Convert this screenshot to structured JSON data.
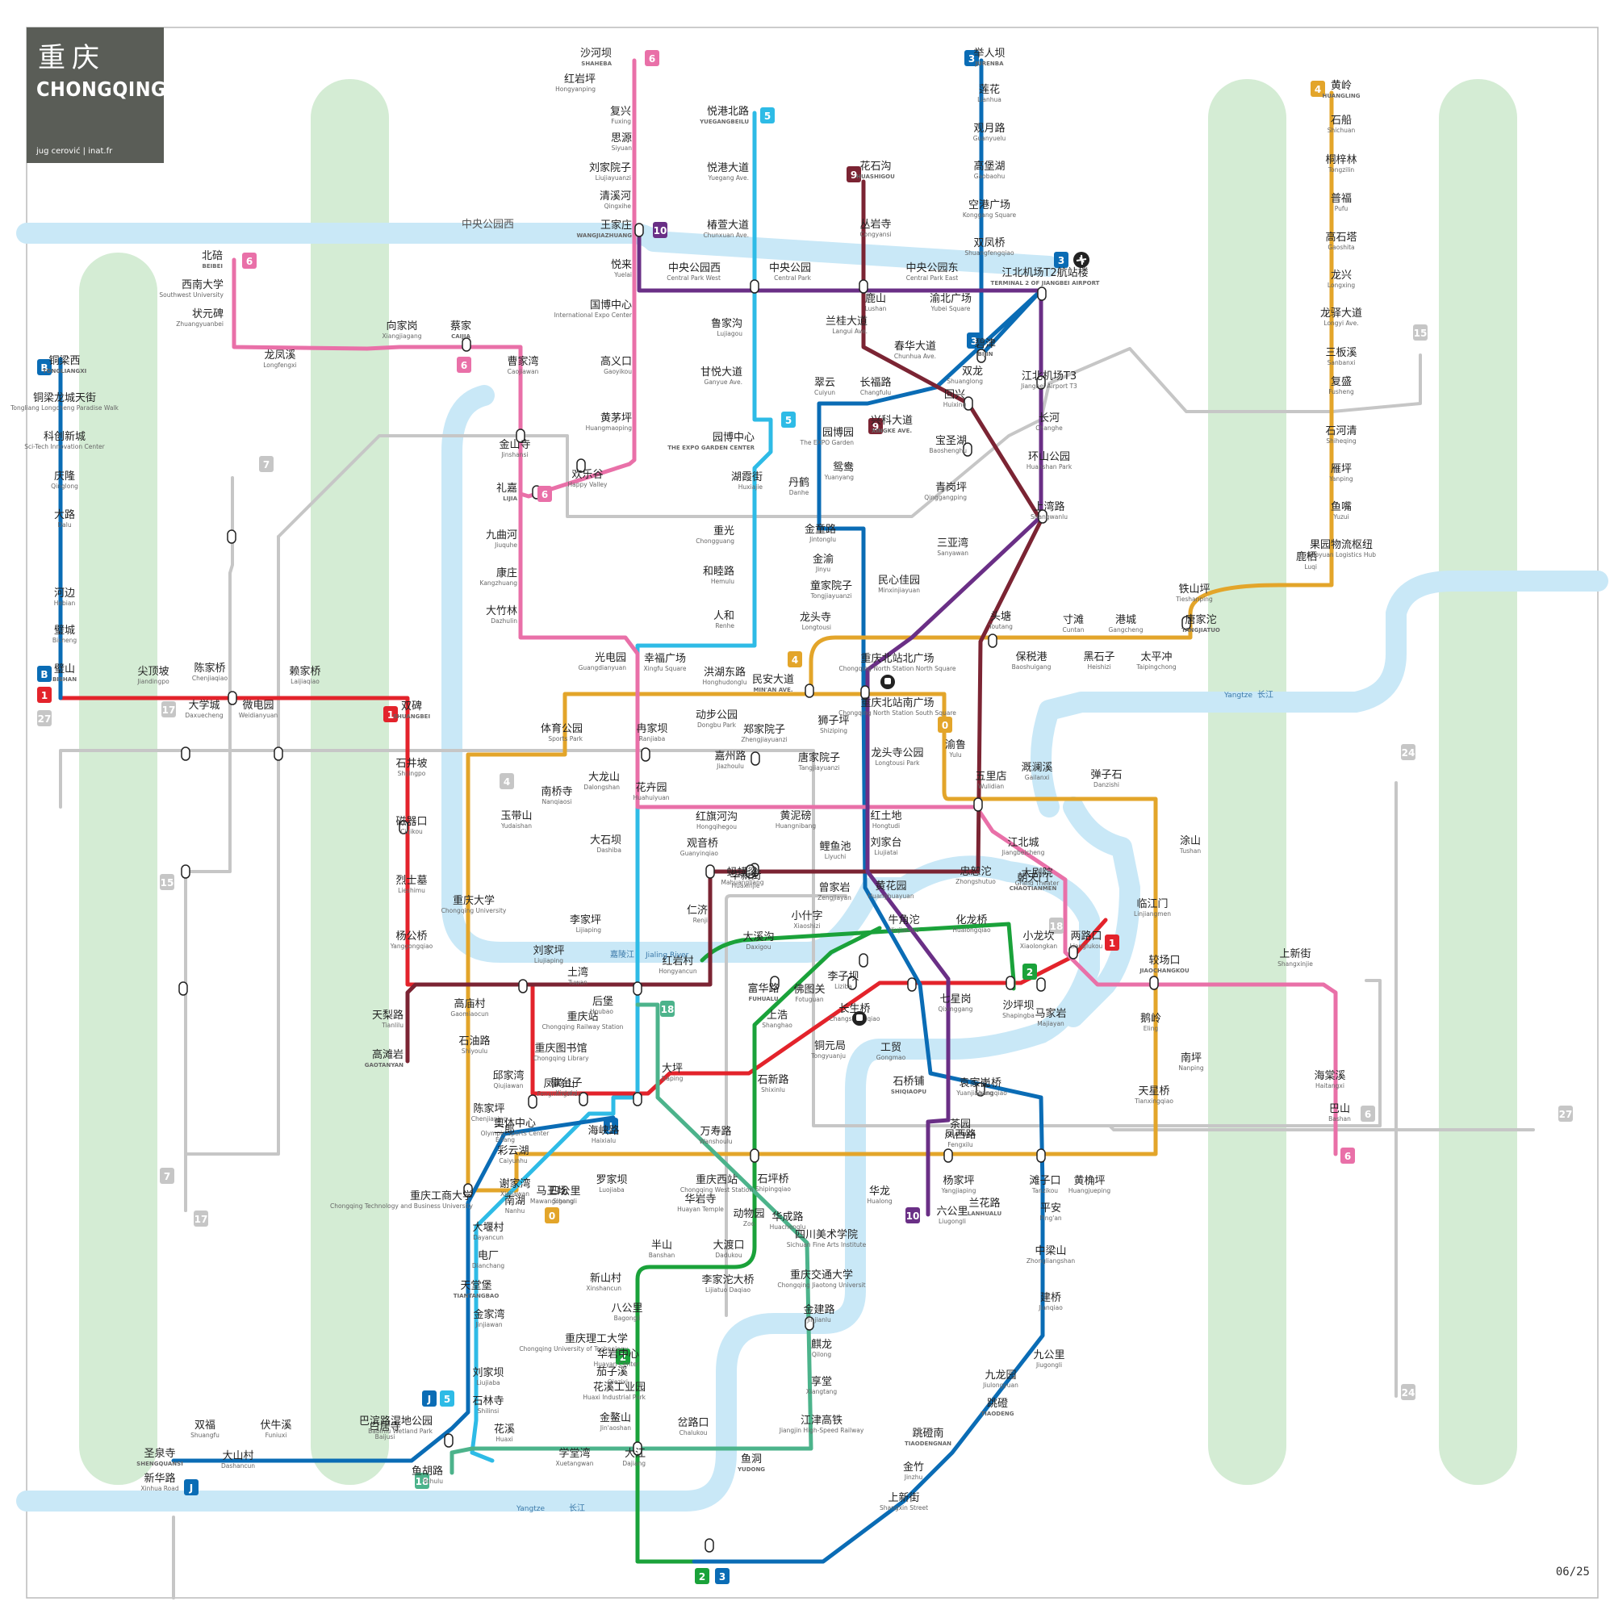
{
  "header": {
    "title_zh": "重庆",
    "title_en": "CHONGQING",
    "credit": "jug cerović | inat.fr"
  },
  "footer": {
    "page": "06/25"
  },
  "rivers": [
    {
      "zh": "长江",
      "en": "Yangtze"
    },
    {
      "zh": "嘉陵江",
      "en": "Jialing River"
    },
    {
      "zh": "长江",
      "en": "Yangtze"
    },
    {
      "zh": "中央公园西",
      "en": ""
    }
  ],
  "colors": {
    "L1": "#e3232b",
    "L2": "#1aa23a",
    "L3": "#0a6cb5",
    "L4": "#e3a52a",
    "L5": "#2ebbe6",
    "L6": "#e970a8",
    "L9": "#7b2433",
    "L10": "#6a2f86",
    "L18": "#4cb38b",
    "LB": "#0a6cb5",
    "LJ": "#0a6cb5",
    "LGrey": "#c6c6c6",
    "river": "#c9e8f7",
    "park": "#d4ecd4"
  },
  "lines": [
    {
      "id": "1",
      "color": "#e3232b"
    },
    {
      "id": "2",
      "color": "#1aa23a"
    },
    {
      "id": "3",
      "color": "#0a6cb5"
    },
    {
      "id": "4",
      "color": "#e3a52a"
    },
    {
      "id": "5",
      "color": "#2ebbe6"
    },
    {
      "id": "6",
      "color": "#e970a8"
    },
    {
      "id": "9",
      "color": "#7b2433"
    },
    {
      "id": "10",
      "color": "#6a2f86"
    },
    {
      "id": "18",
      "color": "#4cb38b"
    },
    {
      "id": "B",
      "color": "#0a6cb5"
    },
    {
      "id": "J",
      "color": "#0a6cb5"
    },
    {
      "id": "0",
      "color": "#e3a52a"
    },
    {
      "id": "7",
      "color": "#c6c6c6"
    },
    {
      "id": "15",
      "color": "#c6c6c6"
    },
    {
      "id": "17",
      "color": "#c6c6c6"
    },
    {
      "id": "24",
      "color": "#c6c6c6"
    },
    {
      "id": "27",
      "color": "#c6c6c6"
    }
  ],
  "stations": [
    {
      "zh": "沙河坝",
      "en": "SHAHEBA"
    },
    {
      "zh": "红岩坪",
      "en": "Hongyanping"
    },
    {
      "zh": "复兴",
      "en": "Fuxing"
    },
    {
      "zh": "思源",
      "en": "Siyuan"
    },
    {
      "zh": "刘家院子",
      "en": "Liujiayuanzi"
    },
    {
      "zh": "清溪河",
      "en": "Qingxihe"
    },
    {
      "zh": "王家庄",
      "en": "WANGJIAZHUANG"
    },
    {
      "zh": "悦来",
      "en": "Yuelai"
    },
    {
      "zh": "国博中心",
      "en": "International Expo Center"
    },
    {
      "zh": "高义口",
      "en": "Gaoyikou"
    },
    {
      "zh": "黄茅坪",
      "en": "Huangmaoping"
    },
    {
      "zh": "欢乐谷",
      "en": "Happy Valley"
    },
    {
      "zh": "悦港北路",
      "en": "YUEGANGBEILU"
    },
    {
      "zh": "悦港大道",
      "en": "Yuegang Ave."
    },
    {
      "zh": "椿萱大道",
      "en": "Chunxuan Ave."
    },
    {
      "zh": "中央公园西",
      "en": "Central Park West"
    },
    {
      "zh": "中央公园",
      "en": "Central Park"
    },
    {
      "zh": "中央公园东",
      "en": "Central Park East"
    },
    {
      "zh": "鲁家沟",
      "en": "Lujiagou"
    },
    {
      "zh": "甘悦大道",
      "en": "Ganyue Ave."
    },
    {
      "zh": "园博中心",
      "en": "THE EXPO GARDEN CENTER"
    },
    {
      "zh": "湖霞街",
      "en": "Huxiajie"
    },
    {
      "zh": "丹鹤",
      "en": "Danhe"
    },
    {
      "zh": "重光",
      "en": "Chongguang"
    },
    {
      "zh": "和睦路",
      "en": "Hemulu"
    },
    {
      "zh": "人和",
      "en": "Renhe"
    },
    {
      "zh": "花石沟",
      "en": "HUASHIGOU"
    },
    {
      "zh": "丛岩寺",
      "en": "Congyansi"
    },
    {
      "zh": "鹿山",
      "en": "Lushan"
    },
    {
      "zh": "渝北广场",
      "en": "Yubei Square"
    },
    {
      "zh": "兰桂大道",
      "en": "Langui Ave."
    },
    {
      "zh": "春华大道",
      "en": "Chunhua Ave."
    },
    {
      "zh": "翠云",
      "en": "Cuiyun"
    },
    {
      "zh": "长福路",
      "en": "Changfulu"
    },
    {
      "zh": "回兴",
      "en": "Huixing"
    },
    {
      "zh": "园博园",
      "en": "The EXPO Garden"
    },
    {
      "zh": "兴科大道",
      "en": "XINGKE AVE."
    },
    {
      "zh": "宝圣湖",
      "en": "Baoshenghu"
    },
    {
      "zh": "鸳鸯",
      "en": "Yuanyang"
    },
    {
      "zh": "举人坝",
      "en": "JURENBA"
    },
    {
      "zh": "莲花",
      "en": "Lianhua"
    },
    {
      "zh": "观月路",
      "en": "Guanyuelu"
    },
    {
      "zh": "高堡湖",
      "en": "Gaobaohu"
    },
    {
      "zh": "空港广场",
      "en": "Konggang Square"
    },
    {
      "zh": "双凤桥",
      "en": "Shuangfengqiao"
    },
    {
      "zh": "江北机场T2航站楼",
      "en": "TERMINAL 2 OF JIANGBEI AIRPORT"
    },
    {
      "zh": "碧津",
      "en": "BIJIN"
    },
    {
      "zh": "双龙",
      "en": "Shuanglong"
    },
    {
      "zh": "江北机场T3",
      "en": "Jiangbei Airport T3"
    },
    {
      "zh": "长河",
      "en": "Changhe"
    },
    {
      "zh": "环山公园",
      "en": "Huanshan Park"
    },
    {
      "zh": "青岗坪",
      "en": "Qinggangping"
    },
    {
      "zh": "上湾路",
      "en": "Shangwanlu"
    },
    {
      "zh": "三亚湾",
      "en": "Sanyawan"
    },
    {
      "zh": "民心佳园",
      "en": "Minxinjiayuan"
    },
    {
      "zh": "黄岭",
      "en": "HUANGLING"
    },
    {
      "zh": "石船",
      "en": "Shichuan"
    },
    {
      "zh": "桐梓林",
      "en": "Tongzilin"
    },
    {
      "zh": "普福",
      "en": "Pufu"
    },
    {
      "zh": "高石塔",
      "en": "Gaoshita"
    },
    {
      "zh": "龙兴",
      "en": "Longxing"
    },
    {
      "zh": "龙驿大道",
      "en": "Longyi Ave."
    },
    {
      "zh": "三板溪",
      "en": "Sanbanxi"
    },
    {
      "zh": "复盛",
      "en": "Fusheng"
    },
    {
      "zh": "石河清",
      "en": "Shiheqing"
    },
    {
      "zh": "雁坪",
      "en": "Yanping"
    },
    {
      "zh": "鱼嘴",
      "en": "Yuzui"
    },
    {
      "zh": "果园物流枢纽",
      "en": "Guoyuan Logistics Hub"
    },
    {
      "zh": "鹿栖",
      "en": "Luqi"
    },
    {
      "zh": "铁山坪",
      "en": "Tieshanping"
    },
    {
      "zh": "唐家沱",
      "en": "TANGJIATUO"
    },
    {
      "zh": "头塘",
      "en": "Toutang"
    },
    {
      "zh": "保税港",
      "en": "Baoshuigang"
    },
    {
      "zh": "寸滩",
      "en": "Cuntan"
    },
    {
      "zh": "港城",
      "en": "Gangcheng"
    },
    {
      "zh": "黑石子",
      "en": "Heishizi"
    },
    {
      "zh": "太平冲",
      "en": "Taipingchong"
    },
    {
      "zh": "北碚",
      "en": "BEIBEI"
    },
    {
      "zh": "西南大学",
      "en": "Southwest University"
    },
    {
      "zh": "状元碑",
      "en": "Zhuangyuanbei"
    },
    {
      "zh": "龙凤溪",
      "en": "Longfengxi"
    },
    {
      "zh": "向家岗",
      "en": "Xiangjiagang"
    },
    {
      "zh": "蔡家",
      "en": "CAIJIA"
    },
    {
      "zh": "曹家湾",
      "en": "Caojiawan"
    },
    {
      "zh": "金山寺",
      "en": "Jinshansi"
    },
    {
      "zh": "礼嘉",
      "en": "LIJIA"
    },
    {
      "zh": "九曲河",
      "en": "Jiuquhe"
    },
    {
      "zh": "康庄",
      "en": "Kangzhuang"
    },
    {
      "zh": "大竹林",
      "en": "Dazhulin"
    },
    {
      "zh": "光电园",
      "en": "Guangdianyuan"
    },
    {
      "zh": "铜梁西",
      "en": "TONGLIANGXI"
    },
    {
      "zh": "铜梁龙城天街",
      "en": "Tongliang Longcheng Paradise Walk"
    },
    {
      "zh": "科创新城",
      "en": "Sci-Tech Innovation Center"
    },
    {
      "zh": "庆隆",
      "en": "Qinglong"
    },
    {
      "zh": "大路",
      "en": "Dalu"
    },
    {
      "zh": "河边",
      "en": "Hebian"
    },
    {
      "zh": "璧城",
      "en": "Bicheng"
    },
    {
      "zh": "璧山",
      "en": "BISHAN"
    },
    {
      "zh": "尖顶坡",
      "en": "Jiandingpo"
    },
    {
      "zh": "陈家桥",
      "en": "Chenjiaqiao"
    },
    {
      "zh": "赖家桥",
      "en": "Laijiaqiao"
    },
    {
      "zh": "大学城",
      "en": "Daxuecheng"
    },
    {
      "zh": "微电园",
      "en": "Weidianyuan"
    },
    {
      "zh": "双碑",
      "en": "SHUANGBEI"
    },
    {
      "zh": "石井坡",
      "en": "Shijingpo"
    },
    {
      "zh": "磁器口",
      "en": "Ciqikou"
    },
    {
      "zh": "烈士墓",
      "en": "Lieshimu"
    },
    {
      "zh": "杨公桥",
      "en": "Yanggongqiao"
    },
    {
      "zh": "天梨路",
      "en": "Tianlilu"
    },
    {
      "zh": "高滩岩",
      "en": "GAOTANYAN"
    },
    {
      "zh": "金童路",
      "en": "Jintonglu"
    },
    {
      "zh": "金渝",
      "en": "Jinyu"
    },
    {
      "zh": "童家院子",
      "en": "Tongjiayuanzi"
    },
    {
      "zh": "龙头寺",
      "en": "Longtousi"
    },
    {
      "zh": "幸福广场",
      "en": "Xingfu Square"
    },
    {
      "zh": "洪湖东路",
      "en": "Honghudonglu"
    },
    {
      "zh": "民安大道",
      "en": "MIN'AN AVE."
    },
    {
      "zh": "重庆北站北广场",
      "en": "Chongqing North Station North Square"
    },
    {
      "zh": "重庆北站南广场",
      "en": "Chongqing North Station South Square"
    },
    {
      "zh": "渝鲁",
      "en": "Yulu"
    },
    {
      "zh": "狮子坪",
      "en": "Shiziping"
    },
    {
      "zh": "龙头寺公园",
      "en": "Longtousi Park"
    },
    {
      "zh": "冉家坝",
      "en": "Ranjiaba"
    },
    {
      "zh": "动步公园",
      "en": "Dongbu Park"
    },
    {
      "zh": "郑家院子",
      "en": "Zhengjiayuanzi"
    },
    {
      "zh": "唐家院子",
      "en": "Tangjiayuanzi"
    },
    {
      "zh": "体育公园",
      "en": "Sports Park"
    },
    {
      "zh": "大龙山",
      "en": "Dalongshan"
    },
    {
      "zh": "嘉州路",
      "en": "Jiazhoulu"
    },
    {
      "zh": "花卉园",
      "en": "Huahuiyuan"
    },
    {
      "zh": "南桥寺",
      "en": "Nanqiaosi"
    },
    {
      "zh": "红旗河沟",
      "en": "Hongqihegou"
    },
    {
      "zh": "黄泥磅",
      "en": "Huangnibang"
    },
    {
      "zh": "红土地",
      "en": "Hongtudi"
    },
    {
      "zh": "溉澜溪",
      "en": "Gailanxi"
    },
    {
      "zh": "五里店",
      "en": "Wulidian"
    },
    {
      "zh": "弹子石",
      "en": "Danzishi"
    },
    {
      "zh": "玉带山",
      "en": "Yudaishan"
    },
    {
      "zh": "大石坝",
      "en": "Dashiba"
    },
    {
      "zh": "观音桥",
      "en": "Guanyinqiao"
    },
    {
      "zh": "鲤鱼池",
      "en": "Liyuchi"
    },
    {
      "zh": "刘家台",
      "en": "Liujiatai"
    },
    {
      "zh": "江北城",
      "en": "Jiangbeicheng"
    },
    {
      "zh": "大剧院",
      "en": "Grand Theater"
    },
    {
      "zh": "蚂蟥梁",
      "en": "Mahuangliang"
    },
    {
      "zh": "涂山",
      "en": "Tushan"
    },
    {
      "zh": "重庆大学",
      "en": "Chongqing University"
    },
    {
      "zh": "李家坪",
      "en": "Lijiaping"
    },
    {
      "zh": "华新街",
      "en": "Huaxinjie"
    },
    {
      "zh": "曾家岩",
      "en": "Zengjiayan"
    },
    {
      "zh": "黄花园",
      "en": "Huanghuayuan"
    },
    {
      "zh": "忠恕沱",
      "en": "Zhongshutuo"
    },
    {
      "zh": "朝天门",
      "en": "CHAOTIANMEN"
    },
    {
      "zh": "仁济",
      "en": "Renji"
    },
    {
      "zh": "大溪沟",
      "en": "Daxigou"
    },
    {
      "zh": "临江门",
      "en": "Linjiangmen"
    },
    {
      "zh": "小什字",
      "en": "Xiaoshizi"
    },
    {
      "zh": "牛角沱",
      "en": "Niujiaotuo"
    },
    {
      "zh": "化龙桥",
      "en": "Hualongqiao"
    },
    {
      "zh": "小龙坎",
      "en": "Xiaolongkan"
    },
    {
      "zh": "两路口",
      "en": "Lianglukou"
    },
    {
      "zh": "较场口",
      "en": "JIAOCHANGKOU"
    },
    {
      "zh": "上新街",
      "en": "Shangxinjie"
    },
    {
      "zh": "刘家坪",
      "en": "Liujiaping"
    },
    {
      "zh": "土湾",
      "en": "Tuwan"
    },
    {
      "zh": "红岩村",
      "en": "Hongyancun"
    },
    {
      "zh": "富华路",
      "en": "FUHUALU"
    },
    {
      "zh": "佛图关",
      "en": "Fotuguan"
    },
    {
      "zh": "李子坝",
      "en": "Liziba"
    },
    {
      "zh": "七星岗",
      "en": "Qixinggang"
    },
    {
      "zh": "沙坪坝",
      "en": "Shapingba"
    },
    {
      "zh": "马家岩",
      "en": "Majiayan"
    },
    {
      "zh": "鹅岭",
      "en": "Eling"
    },
    {
      "zh": "天星桥",
      "en": "Tianxingqiao"
    },
    {
      "zh": "高庙村",
      "en": "Gaomiaocun"
    },
    {
      "zh": "石油路",
      "en": "Shiyoulu"
    },
    {
      "zh": "重庆站",
      "en": "Chongqing Railway Station"
    },
    {
      "zh": "后堡",
      "en": "Houbao"
    },
    {
      "zh": "上浩",
      "en": "Shanghao"
    },
    {
      "zh": "长生桥",
      "en": "Changshengqiao"
    },
    {
      "zh": "重庆图书馆",
      "en": "Chongqing Library"
    },
    {
      "zh": "歇台子",
      "en": "Xietaizi"
    },
    {
      "zh": "大坪",
      "en": "Daping"
    },
    {
      "zh": "铜元局",
      "en": "Tongyuanju"
    },
    {
      "zh": "工贸",
      "en": "Gongmao"
    },
    {
      "zh": "南坪",
      "en": "Nanping"
    },
    {
      "zh": "海棠溪",
      "en": "Haitangxi"
    },
    {
      "zh": "邱家湾",
      "en": "Qiujiawan"
    },
    {
      "zh": "凤鸣山",
      "en": "Fengmingshan"
    },
    {
      "zh": "石新路",
      "en": "Shixinlu"
    },
    {
      "zh": "石桥铺",
      "en": "SHIQIAOPU"
    },
    {
      "zh": "袁家岗",
      "en": "Yuanjiagang"
    },
    {
      "zh": "上桥",
      "en": "Shangqiao"
    },
    {
      "zh": "巴山",
      "en": "Bashan"
    },
    {
      "zh": "陈家坪",
      "en": "Chenjiaping"
    },
    {
      "zh": "奥体中心",
      "en": "Olympic Sports Center"
    },
    {
      "zh": "海峡路",
      "en": "Haixialu"
    },
    {
      "zh": "万寿路",
      "en": "Wanshoulu"
    },
    {
      "zh": "茶园",
      "en": "CHAYUAN"
    },
    {
      "zh": "凤西路",
      "en": "Fengxilu"
    },
    {
      "zh": "二郎",
      "en": "Erlang"
    },
    {
      "zh": "彩云湖",
      "en": "Caiyunhu"
    },
    {
      "zh": "谢家湾",
      "en": "Xiejiawan"
    },
    {
      "zh": "南湖",
      "en": "Nanhu"
    },
    {
      "zh": "四公里",
      "en": "Sigongli"
    },
    {
      "zh": "罗家坝",
      "en": "Luojiaba"
    },
    {
      "zh": "重庆西站",
      "en": "Chongqing West Station"
    },
    {
      "zh": "石坪桥",
      "en": "Shipingqiao"
    },
    {
      "zh": "华龙",
      "en": "Hualong"
    },
    {
      "zh": "杨家坪",
      "en": "Yangjiaping"
    },
    {
      "zh": "滩子口",
      "en": "Tanzikou"
    },
    {
      "zh": "黄桷坪",
      "en": "Huangjueping"
    },
    {
      "zh": "兰花路",
      "en": "LANHUALU"
    },
    {
      "zh": "重庆工商大学",
      "en": "Chongqing Technology and Business University"
    },
    {
      "zh": "华岩寺",
      "en": "Huayan Temple"
    },
    {
      "zh": "马王场",
      "en": "Mawangchang"
    },
    {
      "zh": "动物园",
      "en": "Zoo"
    },
    {
      "zh": "华成路",
      "en": "Huachenglu"
    },
    {
      "zh": "四川美术学院",
      "en": "Sichuan Fine Arts Institute"
    },
    {
      "zh": "六公里",
      "en": "Liugongli"
    },
    {
      "zh": "平安",
      "en": "Ping'an"
    },
    {
      "zh": "大堰村",
      "en": "Dayancun"
    },
    {
      "zh": "半山",
      "en": "Banshan"
    },
    {
      "zh": "大渡口",
      "en": "Dadukou"
    },
    {
      "zh": "电厂",
      "en": "Dianchang"
    },
    {
      "zh": "重庆交通大学",
      "en": "Chongqing Jiaotong Universit"
    },
    {
      "zh": "中梁山",
      "en": "Zhongliangshan"
    },
    {
      "zh": "新山村",
      "en": "Xinshancun"
    },
    {
      "zh": "李家沱大桥",
      "en": "Lijiatuo Daqiao"
    },
    {
      "zh": "天堂堡",
      "en": "TIANTANGBAO"
    },
    {
      "zh": "八公里",
      "en": "Bagongli"
    },
    {
      "zh": "金建路",
      "en": "Jinjianlu"
    },
    {
      "zh": "建桥",
      "en": "Jianqiao"
    },
    {
      "zh": "金家湾",
      "en": "Jinjiawan"
    },
    {
      "zh": "重庆理工大学",
      "en": "Chongqing University of Technology"
    },
    {
      "zh": "麒龙",
      "en": "Qilong"
    },
    {
      "zh": "华岩中心",
      "en": "Huayan Center"
    },
    {
      "zh": "九公里",
      "en": "Jiugongli"
    },
    {
      "zh": "刘家坝",
      "en": "Liujiaba"
    },
    {
      "zh": "茄子溪",
      "en": "Qiezixi"
    },
    {
      "zh": "花溪工业园",
      "en": "Huaxi Industrial Park"
    },
    {
      "zh": "享堂",
      "en": "Xiangtang"
    },
    {
      "zh": "九龙园",
      "en": "Jiulongyuan"
    },
    {
      "zh": "石林寺",
      "en": "Shilinsi"
    },
    {
      "zh": "跳磴",
      "en": "TIAODENG"
    },
    {
      "zh": "金鳌山",
      "en": "Jin'aoshan"
    },
    {
      "zh": "岔路口",
      "en": "Chalukou"
    },
    {
      "zh": "江津高铁",
      "en": "Jiangjin High-Speed Railway"
    },
    {
      "zh": "双福",
      "en": "Shuangfu"
    },
    {
      "zh": "伏牛溪",
      "en": "Funiuxi"
    },
    {
      "zh": "白居寺",
      "en": "Baijusi"
    },
    {
      "zh": "巴滨路湿地公园",
      "en": "Babinlu Wetland Park"
    },
    {
      "zh": "花溪",
      "en": "Huaxi"
    },
    {
      "zh": "跳磴南",
      "en": "TIAODENGNAN"
    },
    {
      "zh": "圣泉寺",
      "en": "SHENGQUANSI"
    },
    {
      "zh": "大山村",
      "en": "Dashancun"
    },
    {
      "zh": "学堂湾",
      "en": "Xuetangwan"
    },
    {
      "zh": "大江",
      "en": "Dajiang"
    },
    {
      "zh": "鱼洞",
      "en": "YUDONG"
    },
    {
      "zh": "金竹",
      "en": "Jinzhu"
    },
    {
      "zh": "鱼胡路",
      "en": "Yuhulu"
    },
    {
      "zh": "新华路",
      "en": "Xinhua Road"
    },
    {
      "zh": "上新街",
      "en": "Shangxin Street"
    }
  ]
}
